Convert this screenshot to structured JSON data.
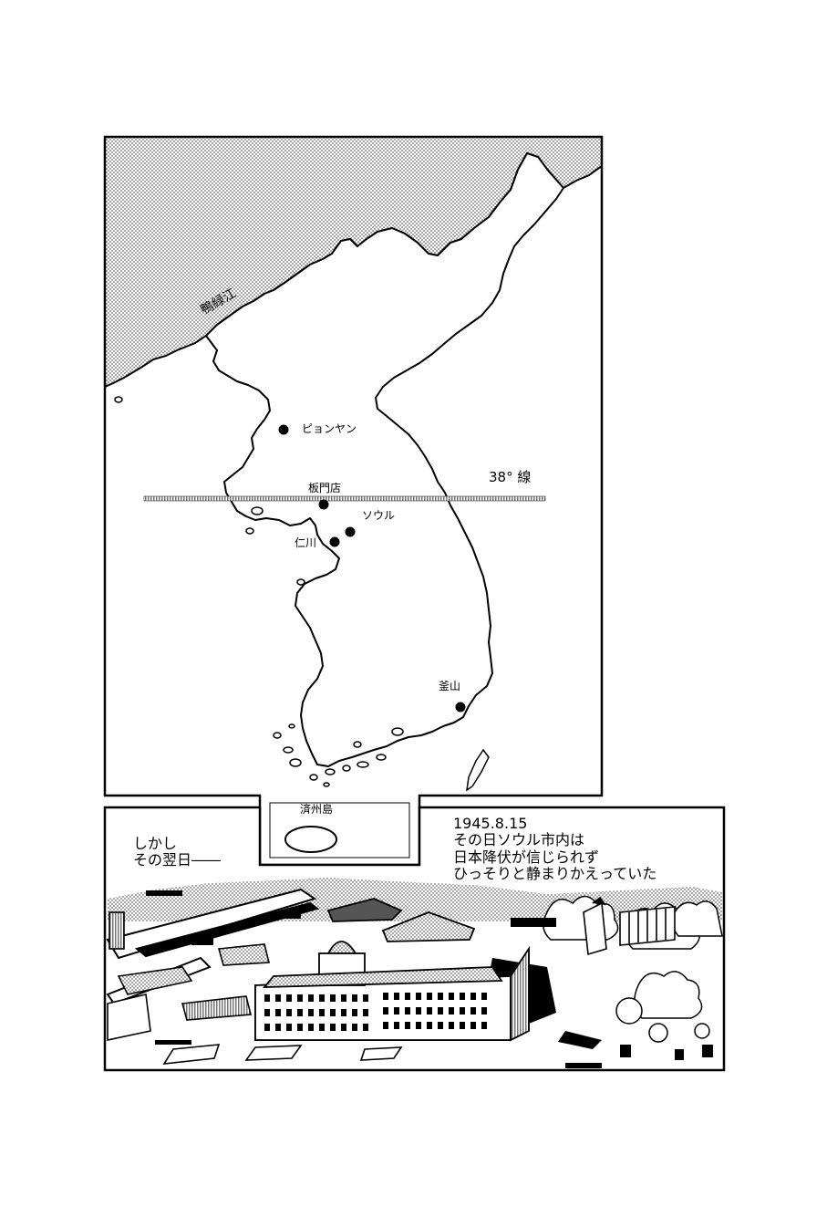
{
  "map": {
    "river_label": "鴨緑江",
    "parallel_label": "38° 線",
    "places": [
      {
        "id": "pyongyang",
        "label": "ピョンヤン"
      },
      {
        "id": "panmunjom",
        "label": "板門店"
      },
      {
        "id": "seoul",
        "label": "ソウル"
      },
      {
        "id": "incheon",
        "label": "仁川"
      },
      {
        "id": "busan",
        "label": "釜山"
      },
      {
        "id": "jeju",
        "label": "済州島"
      }
    ]
  },
  "panel2": {
    "caption_left": "しかし\nその翌日――",
    "caption_right": "1945.8.15\nその日ソウル市内は\n日本降伏が信じられず\nひっそりと静まりかえっていた"
  }
}
